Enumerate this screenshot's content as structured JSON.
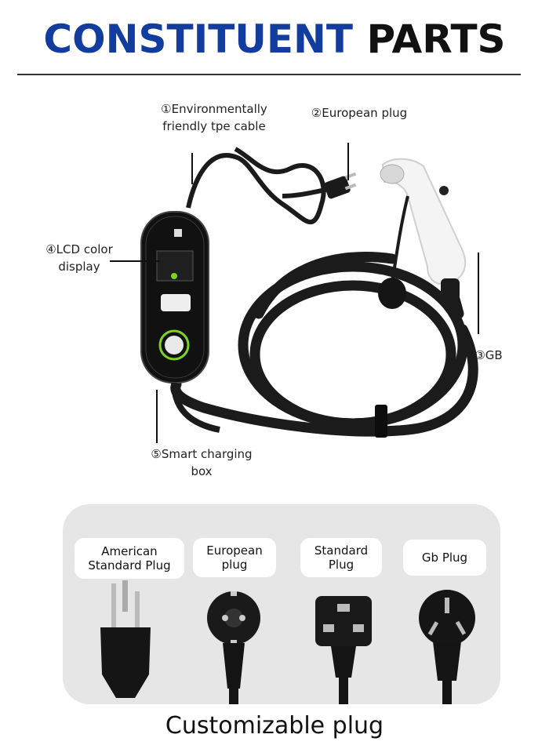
{
  "header": {
    "title_part1": "CONSTITUENT",
    "title_part2": "PARTS"
  },
  "callouts": {
    "cable_line1": "①Environmentally",
    "cable_line2": "friendly tpe cable",
    "european_plug": "②European plug",
    "gb": "③GB",
    "lcd_line1": "④LCD color",
    "lcd_line2": "display",
    "box_line1": "⑤Smart charging",
    "box_line2": "box"
  },
  "plugs": {
    "american_line1": "American",
    "american_line2": "Standard Plug",
    "european_line1": "European",
    "european_line2": "plug",
    "standard_line1": "Standard",
    "standard_line2": "Plug",
    "gb_label": "Gb Plug"
  },
  "footer": {
    "text": "Customizable plug"
  },
  "colors": {
    "title_blue": "#123c9e",
    "panel_gray": "#e6e6e6",
    "led_green": "#7ed321"
  }
}
